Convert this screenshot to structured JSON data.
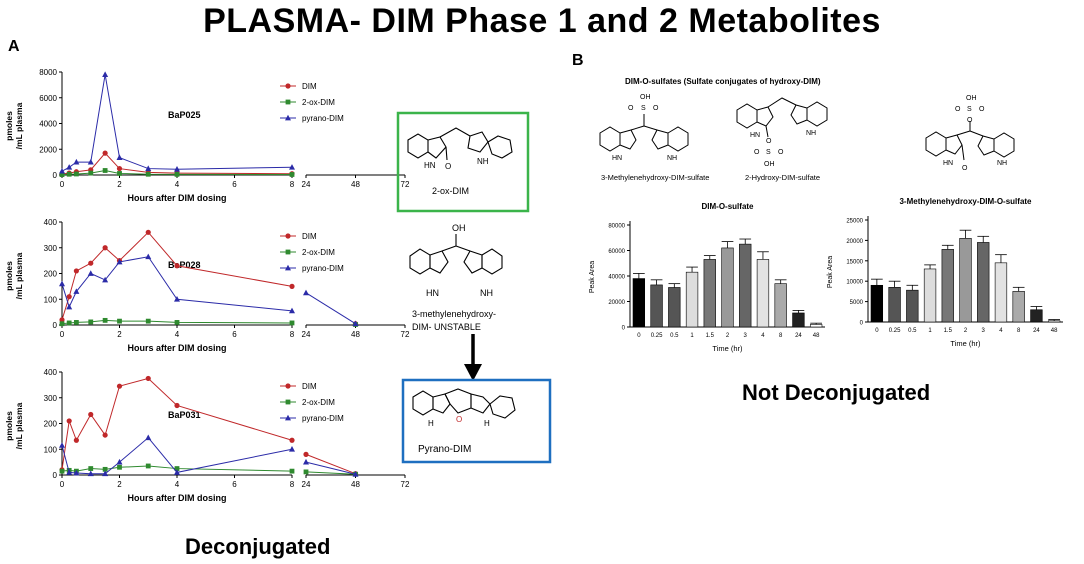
{
  "title": "PLASMA- DIM Phase 1 and 2 Metabolites",
  "panel_a_label": "A",
  "panel_b_label": "B",
  "caption_a": "Deconjugated",
  "caption_b": "Not Deconjugated",
  "structures": {
    "ox_dim": "2-ox-DIM",
    "methylenehydroxy_line1": "3-methylenehydroxy-",
    "methylenehydroxy_line2": "DIM- UNSTABLE",
    "pyrano_dim": "Pyrano-DIM",
    "sulfates_header": "DIM-O-sulfates (Sulfate conjugates of hydroxy-DIM)",
    "s1_label": "3-Methylenehydroxy-DIM-sulfate",
    "s2_label": "2-Hydroxy-DIM-sulfate",
    "s3_label": "3-Methylenehydroxy-DIM-O-sulfate",
    "oh": "OH",
    "o": "O",
    "s": "S",
    "hn": "HN",
    "nh": "NH",
    "h": "H"
  },
  "colors": {
    "dim": "#c0282a",
    "ox": "#2f8a2f",
    "pyrano": "#2b2ba8",
    "green_box": "#3bb44a",
    "blue_box": "#1e6fc0"
  },
  "chart_data": [
    {
      "type": "line",
      "id": "BaP025",
      "annotation": "BaP025",
      "ylabel": [
        "pmoles",
        "/mL plasma"
      ],
      "xlabel": "Hours after DIM dosing",
      "ylim": [
        0,
        8000
      ],
      "yticks": [
        0,
        2000,
        4000,
        6000,
        8000
      ],
      "xticks_left": [
        0,
        2,
        4,
        6,
        8
      ],
      "xticks_right": [
        24,
        48,
        72
      ],
      "legend": [
        "DIM",
        "2-ox-DIM",
        "pyrano-DIM"
      ],
      "series": [
        {
          "name": "DIM",
          "marker": "circle",
          "color": "#c0282a",
          "x": [
            0,
            0.25,
            0.5,
            1,
            1.5,
            2,
            3,
            4,
            8
          ],
          "y": [
            80,
            150,
            250,
            400,
            1700,
            500,
            200,
            150,
            100
          ]
        },
        {
          "name": "2-ox-DIM",
          "marker": "square",
          "color": "#2f8a2f",
          "x": [
            0,
            0.25,
            0.5,
            1,
            1.5,
            2,
            3,
            4,
            8
          ],
          "y": [
            30,
            60,
            80,
            150,
            350,
            120,
            60,
            50,
            40
          ]
        },
        {
          "name": "pyrano-DIM",
          "marker": "triangle",
          "color": "#2b2ba8",
          "x": [
            0,
            0.25,
            0.5,
            1,
            1.5,
            2,
            3,
            4,
            8
          ],
          "y": [
            300,
            600,
            1000,
            1000,
            7800,
            1350,
            500,
            450,
            600
          ]
        }
      ]
    },
    {
      "type": "line",
      "id": "BaP028",
      "annotation": "BaP028",
      "ylabel": [
        "pmoles",
        "/mL plasma"
      ],
      "xlabel": "Hours after DIM dosing",
      "ylim": [
        0,
        400
      ],
      "yticks": [
        0,
        100,
        200,
        300,
        400
      ],
      "xticks_left": [
        0,
        2,
        4,
        6,
        8
      ],
      "xticks_right": [
        24,
        48,
        72
      ],
      "legend": [
        "DIM",
        "2-ox-DIM",
        "pyrano-DIM"
      ],
      "series": [
        {
          "name": "DIM",
          "marker": "circle",
          "color": "#c0282a",
          "x": [
            0,
            0.25,
            0.5,
            1,
            1.5,
            2,
            3,
            4,
            8,
            48
          ],
          "y": [
            20,
            110,
            210,
            240,
            300,
            250,
            360,
            230,
            150,
            5
          ]
        },
        {
          "name": "2-ox-DIM",
          "marker": "square",
          "color": "#2f8a2f",
          "x": [
            0,
            0.25,
            0.5,
            1,
            1.5,
            2,
            3,
            4,
            8,
            48
          ],
          "y": [
            5,
            8,
            10,
            12,
            18,
            15,
            15,
            10,
            8,
            2
          ]
        },
        {
          "name": "pyrano-DIM",
          "marker": "triangle",
          "color": "#2b2ba8",
          "x": [
            0,
            0.25,
            0.5,
            1,
            1.5,
            2,
            3,
            4,
            8,
            24,
            48
          ],
          "y": [
            160,
            70,
            130,
            200,
            175,
            245,
            265,
            100,
            55,
            125,
            5
          ]
        }
      ]
    },
    {
      "type": "line",
      "id": "BaP031",
      "annotation": "BaP031",
      "ylabel": [
        "pmoles",
        "/mL plasma"
      ],
      "xlabel": "Hours after DIM dosing",
      "ylim": [
        0,
        400
      ],
      "yticks": [
        0,
        100,
        200,
        300,
        400
      ],
      "xticks_left": [
        0,
        2,
        4,
        6,
        8
      ],
      "xticks_right": [
        24,
        48,
        72
      ],
      "legend": [
        "DIM",
        "2-ox-DIM",
        "pyrano-DIM"
      ],
      "series": [
        {
          "name": "DIM",
          "marker": "circle",
          "color": "#c0282a",
          "x": [
            0,
            0.25,
            0.5,
            1,
            1.5,
            2,
            3,
            4,
            8,
            24,
            48
          ],
          "y": [
            20,
            210,
            135,
            235,
            155,
            345,
            375,
            270,
            135,
            80,
            5
          ]
        },
        {
          "name": "2-ox-DIM",
          "marker": "square",
          "color": "#2f8a2f",
          "x": [
            0,
            0.25,
            0.5,
            1,
            1.5,
            2,
            3,
            4,
            8,
            24,
            48
          ],
          "y": [
            15,
            18,
            15,
            25,
            22,
            30,
            35,
            25,
            15,
            12,
            3
          ]
        },
        {
          "name": "pyrano-DIM",
          "marker": "triangle",
          "color": "#2b2ba8",
          "x": [
            0,
            0.25,
            0.5,
            1,
            1.5,
            2,
            3,
            4,
            8,
            24,
            48
          ],
          "y": [
            115,
            10,
            8,
            5,
            5,
            50,
            145,
            10,
            100,
            50,
            3
          ]
        }
      ]
    },
    {
      "type": "bar",
      "id": "dim-o-sulfate",
      "title": "DIM-O-sulfate",
      "ylabel": "Peak Area",
      "xlabel": "Time (hr)",
      "ylim": [
        0,
        80000
      ],
      "yticks": [
        0,
        20000,
        40000,
        60000,
        80000
      ],
      "categories": [
        "0",
        "0.25",
        "0.5",
        "1",
        "1.5",
        "2",
        "3",
        "4",
        "8",
        "24",
        "48"
      ],
      "values": [
        38000,
        33000,
        31000,
        43000,
        53000,
        62000,
        65000,
        53000,
        34000,
        11000,
        2000
      ],
      "errors": [
        4000,
        4000,
        3000,
        4000,
        3000,
        5000,
        4000,
        6000,
        3000,
        2000,
        1000
      ],
      "colors": [
        "#000000",
        "#555555",
        "#555555",
        "#dddddd",
        "#777777",
        "#999999",
        "#666666",
        "#e2e2e2",
        "#aaaaaa",
        "#222222",
        "#ffffff"
      ]
    },
    {
      "type": "bar",
      "id": "methylenehydroxy-dim-o-sulfate",
      "title": "3-Methylenehydroxy-DIM-O-sulfate",
      "ylabel": "Peak Area",
      "xlabel": "Time (hr)",
      "ylim": [
        0,
        25000
      ],
      "yticks": [
        0,
        5000,
        10000,
        15000,
        20000,
        25000
      ],
      "categories": [
        "0",
        "0.25",
        "0.5",
        "1",
        "1.5",
        "2",
        "3",
        "4",
        "8",
        "24",
        "48"
      ],
      "values": [
        9000,
        8500,
        7800,
        13000,
        17800,
        20500,
        19500,
        14500,
        7500,
        3000,
        300
      ],
      "errors": [
        1500,
        1500,
        1200,
        1000,
        1000,
        2000,
        1500,
        2000,
        1000,
        800,
        300
      ],
      "colors": [
        "#000000",
        "#555555",
        "#555555",
        "#dddddd",
        "#777777",
        "#999999",
        "#666666",
        "#e2e2e2",
        "#aaaaaa",
        "#222222",
        "#ffffff"
      ]
    }
  ]
}
